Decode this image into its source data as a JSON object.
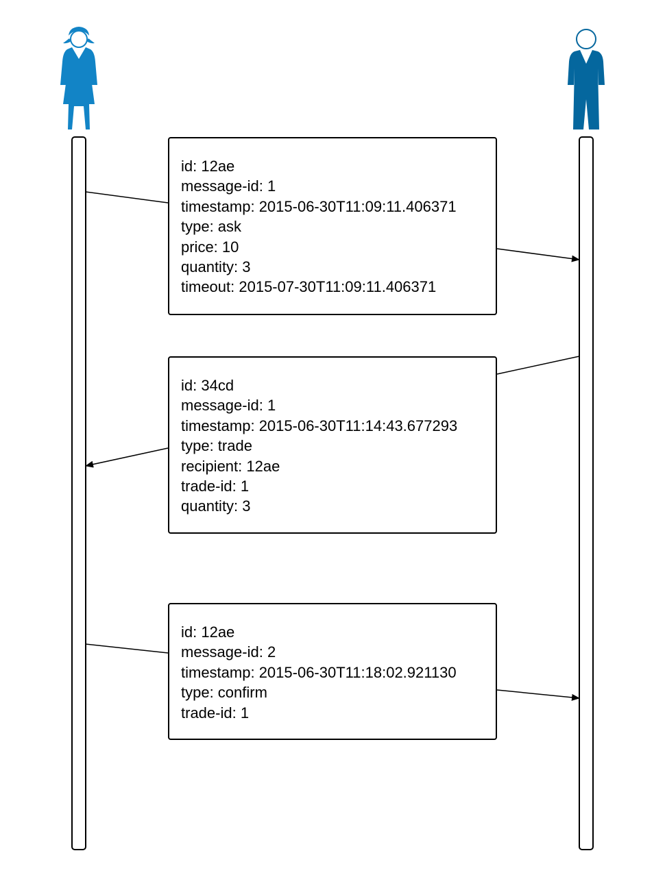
{
  "colors": {
    "female_actor": "#1284c6",
    "male_actor": "#05679e",
    "lifeline_border": "#000000",
    "arrow": "#000000"
  },
  "actors": [
    {
      "icon": "woman-icon"
    },
    {
      "icon": "man-icon"
    }
  ],
  "messages": [
    {
      "direction": "left-to-right",
      "lines": [
        "id: 12ae",
        "message-id: 1",
        "timestamp: 2015-06-30T11:09:11.406371",
        "type: ask",
        "price: 10",
        "quantity: 3",
        "timeout: 2015-07-30T11:09:11.406371"
      ]
    },
    {
      "direction": "right-to-left",
      "lines": [
        "id: 34cd",
        "message-id: 1",
        "timestamp: 2015-06-30T11:14:43.677293",
        "type: trade",
        "recipient: 12ae",
        "trade-id: 1",
        "quantity: 3"
      ]
    },
    {
      "direction": "left-to-right",
      "lines": [
        "id: 12ae",
        "message-id: 2",
        "timestamp: 2015-06-30T11:18:02.921130",
        "type: confirm",
        "trade-id: 1"
      ]
    }
  ]
}
